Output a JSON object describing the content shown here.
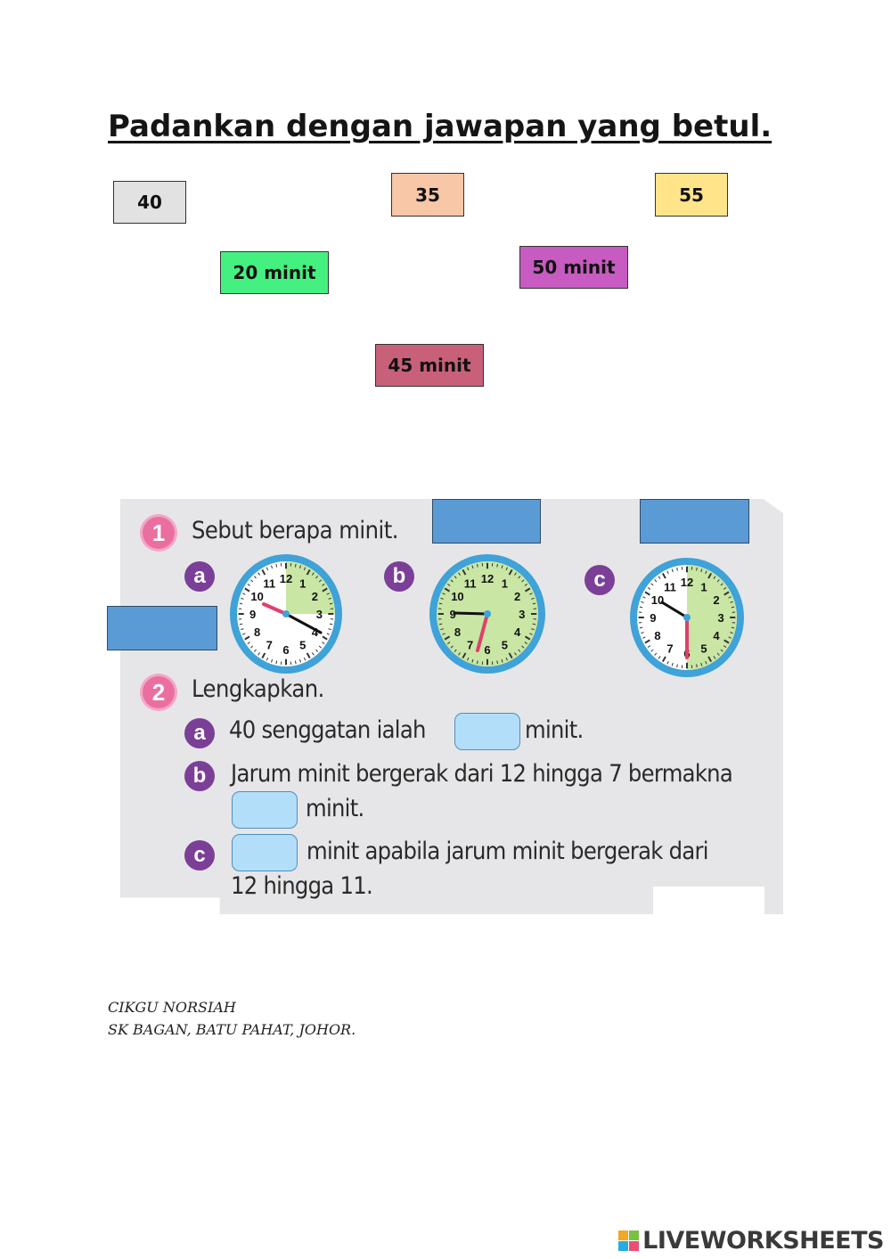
{
  "title": "Padankan dengan jawapan yang betul.",
  "chips": [
    {
      "label": "40",
      "color": "#e2e2e2"
    },
    {
      "label": "35",
      "color": "#f7c7a8"
    },
    {
      "label": "55",
      "color": "#ffe48a"
    },
    {
      "label": "20 minit",
      "color": "#44f07f"
    },
    {
      "label": "50 minit",
      "color": "#c75bc2"
    },
    {
      "label": "45 minit",
      "color": "#c8607a"
    }
  ],
  "question1": {
    "number": "1",
    "text": "Sebut berapa minit.",
    "items": [
      "a",
      "b",
      "c"
    ]
  },
  "question2": {
    "number": "2",
    "text": "Lengkapkan.",
    "a": {
      "label": "a",
      "before": "40 senggatan ialah",
      "after": "minit."
    },
    "b": {
      "label": "b",
      "line1": "Jarum minit bergerak dari 12 hingga 7 bermakna",
      "line2": "minit."
    },
    "c": {
      "label": "c",
      "line1": "minit apabila jarum minit bergerak dari",
      "line2": "12 hingga 11."
    }
  },
  "footer": {
    "line1": "CIKGU NORSIAH",
    "line2": "SK BAGAN, BATU PAHAT, JOHOR."
  },
  "brand": "LIVEWORKSHEETS",
  "colors": {
    "drop_zone": "#5b9bd5",
    "answer_box": "#b3def9",
    "clock_ring": "#3fa2d8",
    "clock_shade": "#c9e6a5",
    "badge_pink": "#ea6fa0",
    "badge_purple": "#7b3f98"
  }
}
